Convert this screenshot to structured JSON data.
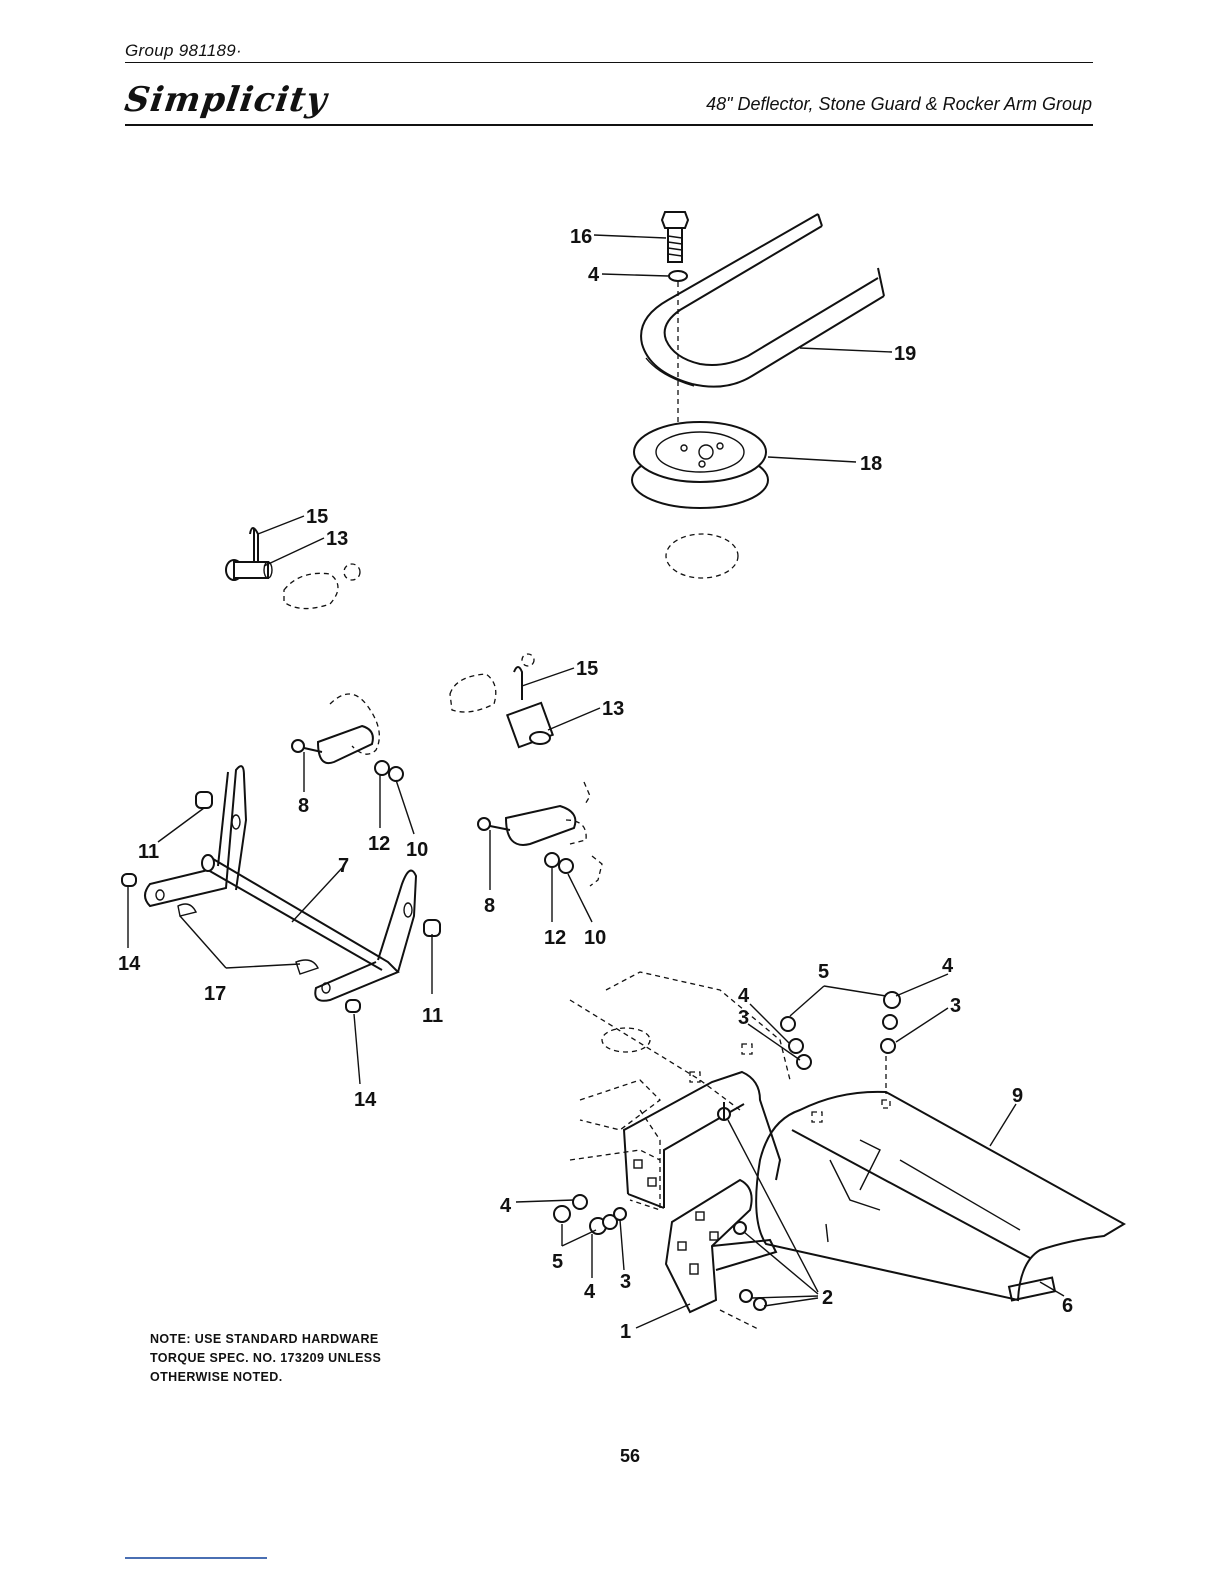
{
  "header": {
    "group": "Group 981189·",
    "brand": "Simplicity",
    "title": "48\" Deflector, Stone Guard & Rocker Arm Group"
  },
  "callouts": [
    "16",
    "4",
    "19",
    "18",
    "15",
    "13",
    "15",
    "13",
    "8",
    "12",
    "10",
    "11",
    "7",
    "14",
    "17",
    "11",
    "14",
    "8",
    "12",
    "10",
    "5",
    "4",
    "4",
    "3",
    "3",
    "9",
    "4",
    "5",
    "4",
    "3",
    "2",
    "6",
    "1"
  ],
  "note": {
    "line1": "NOTE: USE STANDARD HARDWARE",
    "line2": "TORQUE SPEC. NO. 173209 UNLESS",
    "line3": "OTHERWISE NOTED."
  },
  "page_number": "56"
}
